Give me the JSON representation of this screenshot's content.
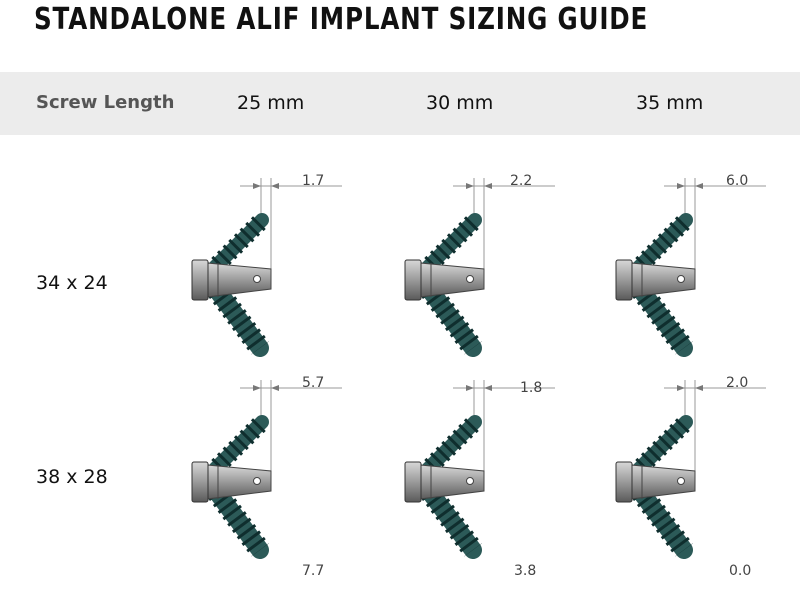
{
  "title": "STANDALONE ALIF IMPLANT SIZING GUIDE",
  "header": {
    "label": "Screw Length",
    "columns": [
      "25 mm",
      "30 mm",
      "35 mm"
    ]
  },
  "rows": [
    {
      "label": "34 x 24",
      "top_values": [
        "1.7",
        "2.2",
        "6.0"
      ]
    },
    {
      "label": "38 x 28",
      "top_values": [
        "5.7",
        "1.8",
        "2.0"
      ],
      "bottom_values": [
        "7.7",
        "3.8",
        "0.0"
      ]
    }
  ],
  "colors": {
    "band": "#ececec",
    "screw": "#2c5a58",
    "body": "#a9a9a9"
  }
}
